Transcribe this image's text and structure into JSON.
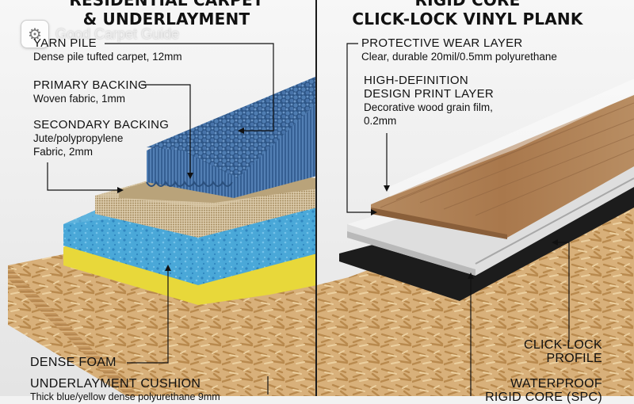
{
  "watermark": {
    "icon": "gear-icon",
    "text": "Good Carpet Guide"
  },
  "left": {
    "title_line1": "RESIDENTIAL CARPET",
    "title_line2": "& UNDERLAYMENT",
    "labels": {
      "yarn_pile": {
        "heading": "YARN PILE",
        "desc": "Dense pile tufted carpet, 12mm"
      },
      "primary_backing": {
        "heading": "PRIMARY BACKING",
        "desc": "Woven fabric, 1mm"
      },
      "secondary_backing": {
        "heading": "SECONDARY BACKING",
        "desc1": "Jute/polypropylene",
        "desc2": "Fabric, 2mm"
      },
      "dense_foam": {
        "heading": "DENSE FOAM"
      },
      "cushion": {
        "heading": "UNDERLAYMENT CUSHION",
        "desc": "Thick blue/yellow dense polyurethane 9mm"
      }
    }
  },
  "right": {
    "title_line1": "RIGID CORE",
    "title_line2": "CLICK-LOCK VINYL PLANK",
    "labels": {
      "wear_layer": {
        "heading": "PROTECTIVE WEAR LAYER",
        "desc": "Clear, durable 20mil/0.5mm polyurethane"
      },
      "print_layer": {
        "heading1": "HIGH-DEFINITION",
        "heading2": "DESIGN PRINT LAYER",
        "desc1": "Decorative wood grain film,",
        "desc2": "0.2mm"
      },
      "click_lock": {
        "heading1": "CLICK-LOCK",
        "heading2": "PROFILE"
      },
      "rigid_core": {
        "heading1": "WATERPROOF",
        "heading2": "RIGID CORE (SPC)"
      }
    }
  },
  "colors": {
    "carpet_blue": "#3f6c9e",
    "foam_blue": "#4aa8d8",
    "foam_yellow": "#e8d83a",
    "osb": "#d9b27a",
    "wood_plank": "#a87a52",
    "spc_core": "#dcdcdc",
    "pad_black": "#1c1c1c"
  }
}
